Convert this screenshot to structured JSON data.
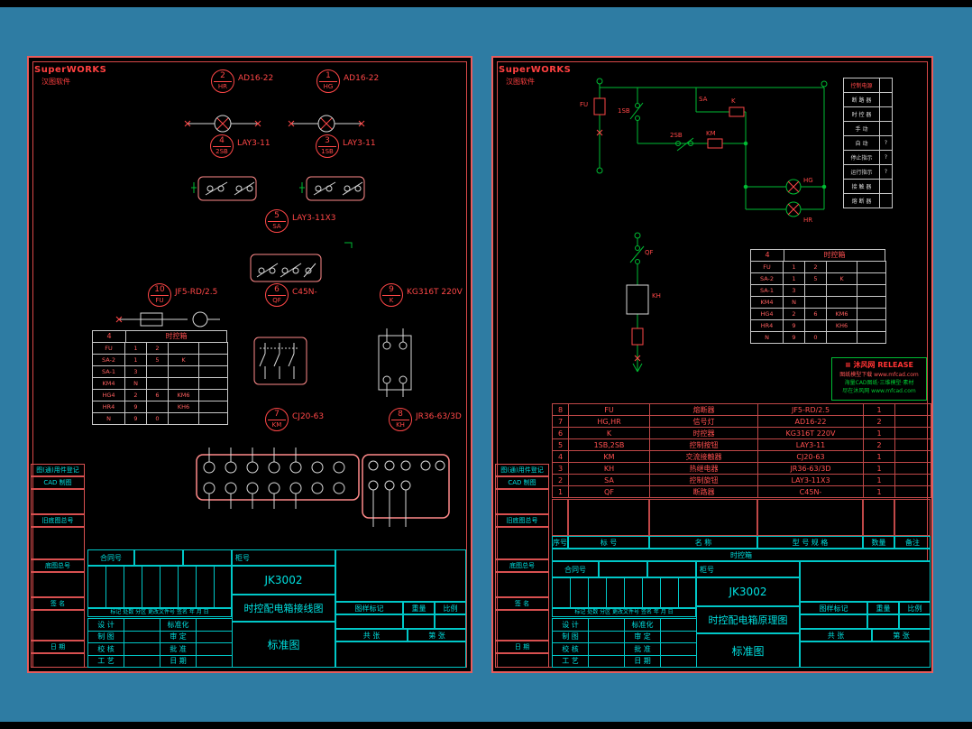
{
  "brand": {
    "name": "SuperWORKS",
    "sub": "汉图软件"
  },
  "margins": [
    "图(通)用件登记",
    "CAD 制图",
    "旧底图总号",
    "底图总号",
    "签 名",
    "日 期"
  ],
  "tb": {
    "contract": "合同号",
    "cabinet": "柜号",
    "model": "JK3002",
    "std": "标准图",
    "mark": "图样标记",
    "weight": "重量",
    "scale": "比例",
    "total": "共    张",
    "page": "第    张",
    "rev": "标记 处数 分区 更改文件号 签名 年 月 日",
    "roles": [
      [
        "设 计",
        "",
        "标准化",
        ""
      ],
      [
        "制 图",
        "",
        "审 定",
        ""
      ],
      [
        "校 核",
        "",
        "批 准",
        ""
      ],
      [
        "工 艺",
        "",
        "日 期",
        ""
      ]
    ]
  },
  "left": {
    "title": "时控配电箱接线图",
    "components": [
      {
        "num": "2",
        "name": "HR",
        "model": "AD16-22"
      },
      {
        "num": "1",
        "name": "HG",
        "model": "AD16-22"
      },
      {
        "num": "4",
        "name": "2SB",
        "model": "LAY3-11"
      },
      {
        "num": "3",
        "name": "1SB",
        "model": "LAY3-11"
      },
      {
        "num": "5",
        "name": "SA",
        "model": "LAY3-11X3"
      },
      {
        "num": "10",
        "name": "FU",
        "model": "JF5-RD/2.5"
      },
      {
        "num": "6",
        "name": "QF",
        "model": "C45N-"
      },
      {
        "num": "9",
        "name": "K",
        "model": "KG316T 220V"
      },
      {
        "num": "7",
        "name": "KM",
        "model": "CJ20-63"
      },
      {
        "num": "8",
        "name": "KH",
        "model": "JR36-63/3D"
      }
    ],
    "tmap": {
      "num": "4",
      "title": "时控箱",
      "rows": [
        [
          "FU",
          "1",
          "2",
          "",
          ""
        ],
        [
          "SA-2",
          "1",
          "5",
          "K",
          ""
        ],
        [
          "SA-1",
          "3",
          "",
          "",
          ""
        ],
        [
          "KM4",
          "N",
          "",
          "",
          ""
        ],
        [
          "HG4",
          "2",
          "6",
          "KM6",
          ""
        ],
        [
          "HR4",
          "9",
          "",
          "KH6",
          ""
        ],
        [
          "N",
          "9",
          "0",
          "",
          ""
        ]
      ]
    }
  },
  "right": {
    "title": "时控配电箱原理图",
    "legend": {
      "rows": [
        [
          "控制电源",
          ""
        ],
        [
          "断 路 器",
          ""
        ],
        [
          "时 控 器",
          ""
        ],
        [
          "手  动",
          ""
        ],
        [
          "自  动",
          "?"
        ],
        [
          "停止指示",
          "?"
        ],
        [
          "运行指示",
          "?"
        ],
        [
          "接 触 器",
          ""
        ],
        [
          "熔 断 器",
          ""
        ]
      ]
    },
    "tmap": {
      "num": "4",
      "title": "时控箱",
      "rows": [
        [
          "FU",
          "1",
          "2",
          "",
          ""
        ],
        [
          "SA-2",
          "1",
          "5",
          "K",
          ""
        ],
        [
          "SA-1",
          "3",
          "",
          "",
          ""
        ],
        [
          "KM4",
          "N",
          "",
          "",
          ""
        ],
        [
          "HG4",
          "2",
          "6",
          "KM6",
          ""
        ],
        [
          "HR4",
          "9",
          "",
          "KH6",
          ""
        ],
        [
          "N",
          "9",
          "0",
          "",
          ""
        ]
      ]
    },
    "labels": [
      "FU",
      "1SB",
      "2SB",
      "SA",
      "KM",
      "K",
      "HG",
      "HR",
      "QF",
      "KH"
    ],
    "watermark": {
      "l1": "≡ 沐风网 RELEASE",
      "l2": "图纸模型下载 www.mfcad.com",
      "l3": "海量CAD图纸·三维模型·素材",
      "l4": "尽在沐风网 www.mfcad.com"
    },
    "bom": {
      "headers": [
        "序号",
        "标  号",
        "名  称",
        "型 号 规 格",
        "数量",
        "备注"
      ],
      "rows": [
        [
          "8",
          "FU",
          "熔断器",
          "JF5-RD/2.5",
          "1",
          ""
        ],
        [
          "7",
          "HG,HR",
          "信号灯",
          "AD16-22",
          "2",
          ""
        ],
        [
          "6",
          "K",
          "时控器",
          "KG316T 220V",
          "1",
          ""
        ],
        [
          "5",
          "1SB,2SB",
          "控制按钮",
          "LAY3-11",
          "2",
          ""
        ],
        [
          "4",
          "KM",
          "交流接触器",
          "CJ20-63",
          "1",
          ""
        ],
        [
          "3",
          "KH",
          "热继电器",
          "JR36-63/3D",
          "1",
          ""
        ],
        [
          "2",
          "SA",
          "控制旋钮",
          "LAY3-11X3",
          "1",
          ""
        ],
        [
          "1",
          "QF",
          "断路器",
          "C45N-",
          "1",
          ""
        ]
      ],
      "footer": "时控箱"
    }
  }
}
